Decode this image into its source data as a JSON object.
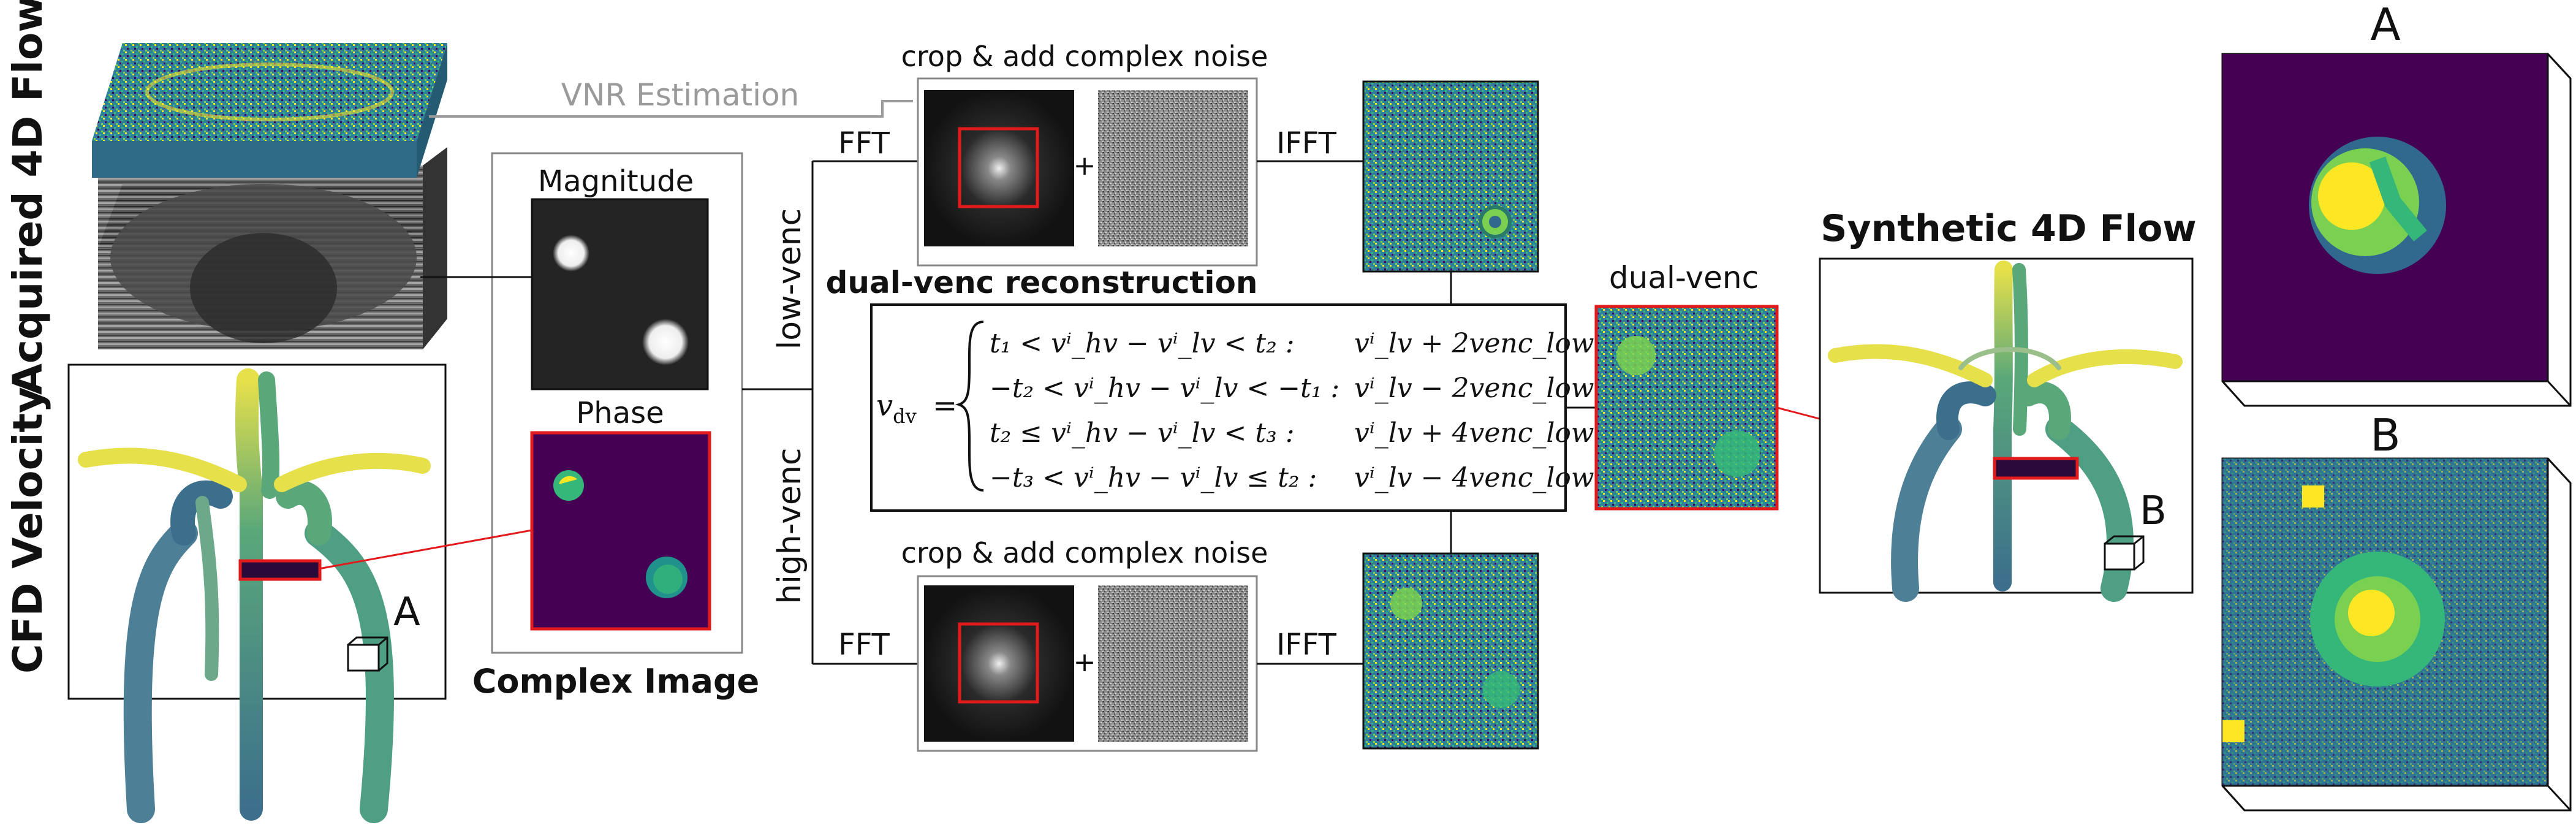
{
  "side_labels": {
    "acquired": "Acquired 4D Flow",
    "cfd": "CFD Velocity"
  },
  "labels": {
    "vnr": "VNR Estimation",
    "magnitude": "Magnitude",
    "phase": "Phase",
    "complex_image": "Complex Image",
    "crop_top": "crop & add complex noise",
    "crop_bottom": "crop & add complex noise",
    "fft_top": "FFT",
    "fft_bottom": "FFT",
    "ifft_top": "IFFT",
    "ifft_bottom": "IFFT",
    "plus": "+",
    "low_venc": "low-venc",
    "high_venc": "high-venc",
    "dual_recon": "dual-venc reconstruction",
    "dual_venc": "dual-venc",
    "synthetic": "Synthetic 4D Flow",
    "marker_a": "A",
    "marker_b": "B",
    "panel_a": "A",
    "panel_b": "B"
  },
  "equation": {
    "lhs": "v",
    "lhs_sub": "dv",
    "equals": "=",
    "rows": [
      {
        "cond": "t₁ < vⁱ_hv − vⁱ_lv < t₂ :",
        "val": "vⁱ_lv + 2venc_low"
      },
      {
        "cond": "−t₂ < vⁱ_hv − vⁱ_lv < −t₁ :",
        "val": "vⁱ_lv − 2venc_low"
      },
      {
        "cond": "t₂ ≤ vⁱ_hv − vⁱ_lv < t₃ :",
        "val": "vⁱ_lv + 4venc_low"
      },
      {
        "cond": "−t₃ < vⁱ_hv − vⁱ_lv ≤ t₂ :",
        "val": "vⁱ_lv − 4venc_low"
      }
    ]
  },
  "colors": {
    "viridis_dark": "#440154",
    "viridis_blue": "#31688e",
    "viridis_teal": "#21918c",
    "viridis_green": "#35b779",
    "viridis_yellow": "#fde725",
    "highlight_red": "#e31a1c",
    "vnr_gray": "#9a9a9a"
  }
}
